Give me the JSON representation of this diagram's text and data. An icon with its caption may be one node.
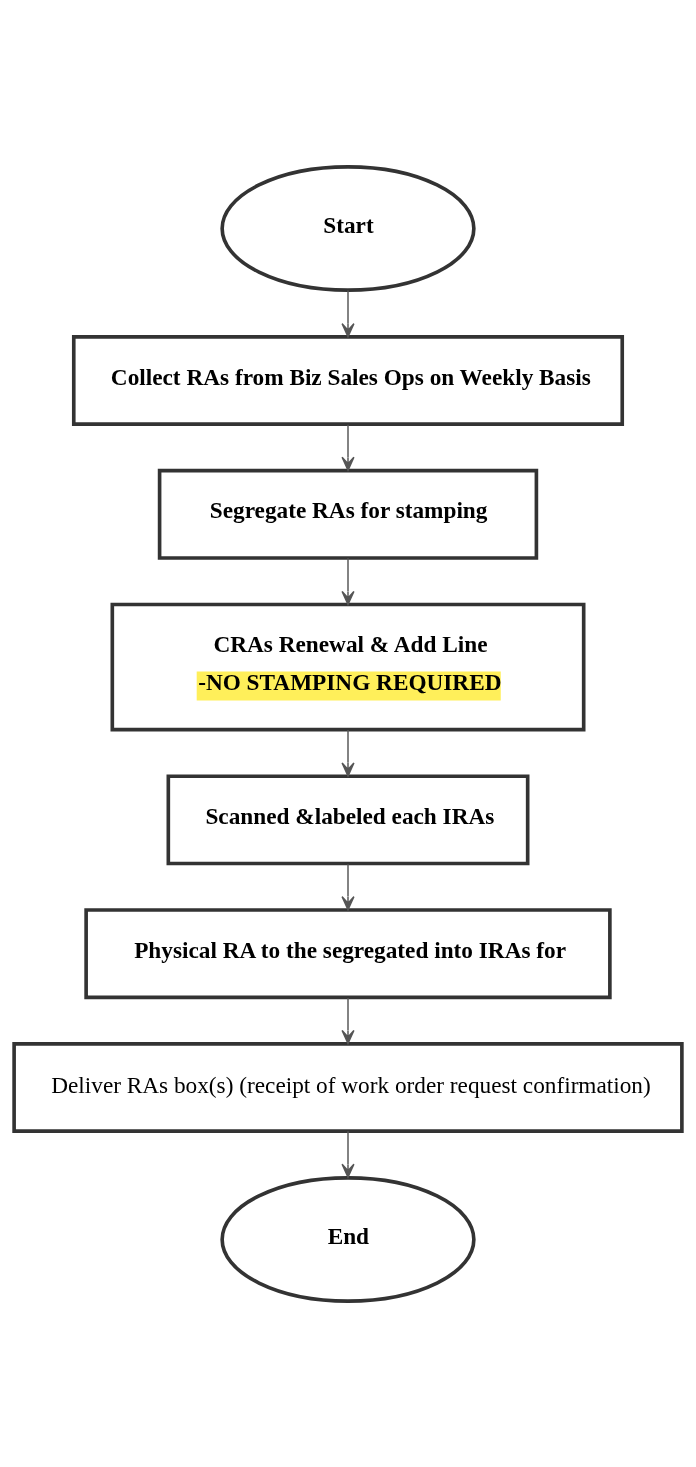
{
  "diagram": {
    "nodes": [
      {
        "text": [
          "Start"
        ]
      },
      {
        "text": [
          "Collect RAs from Biz Sales Ops on Weekly Basis"
        ]
      },
      {
        "text": [
          "Segregate RAs for stamping"
        ]
      },
      {
        "text": [
          "CRAs Renewal & Add Line",
          "-NO STAMPING REQUIRED"
        ]
      },
      {
        "text": [
          "Scanned &labeled each IRAs"
        ]
      },
      {
        "text": [
          "Physical RA to the segregated into IRAs for"
        ]
      },
      {
        "text": [
          "Deliver RAs box(s) (receipt of work order request confirmation)"
        ]
      },
      {
        "text": [
          "End"
        ]
      }
    ],
    "edges": [
      {
        "from": 0,
        "to": 1,
        "arrow": "to"
      },
      {
        "from": 1,
        "to": 2,
        "arrow": "to"
      },
      {
        "from": 2,
        "to": 3,
        "arrow": "to"
      },
      {
        "from": 3,
        "to": 4,
        "arrow": "to"
      },
      {
        "from": 4,
        "to": 5,
        "arrow": "to"
      },
      {
        "from": 5,
        "to": 6,
        "arrow": "to"
      },
      {
        "from": 6,
        "to": 7,
        "arrow": "to"
      }
    ]
  }
}
